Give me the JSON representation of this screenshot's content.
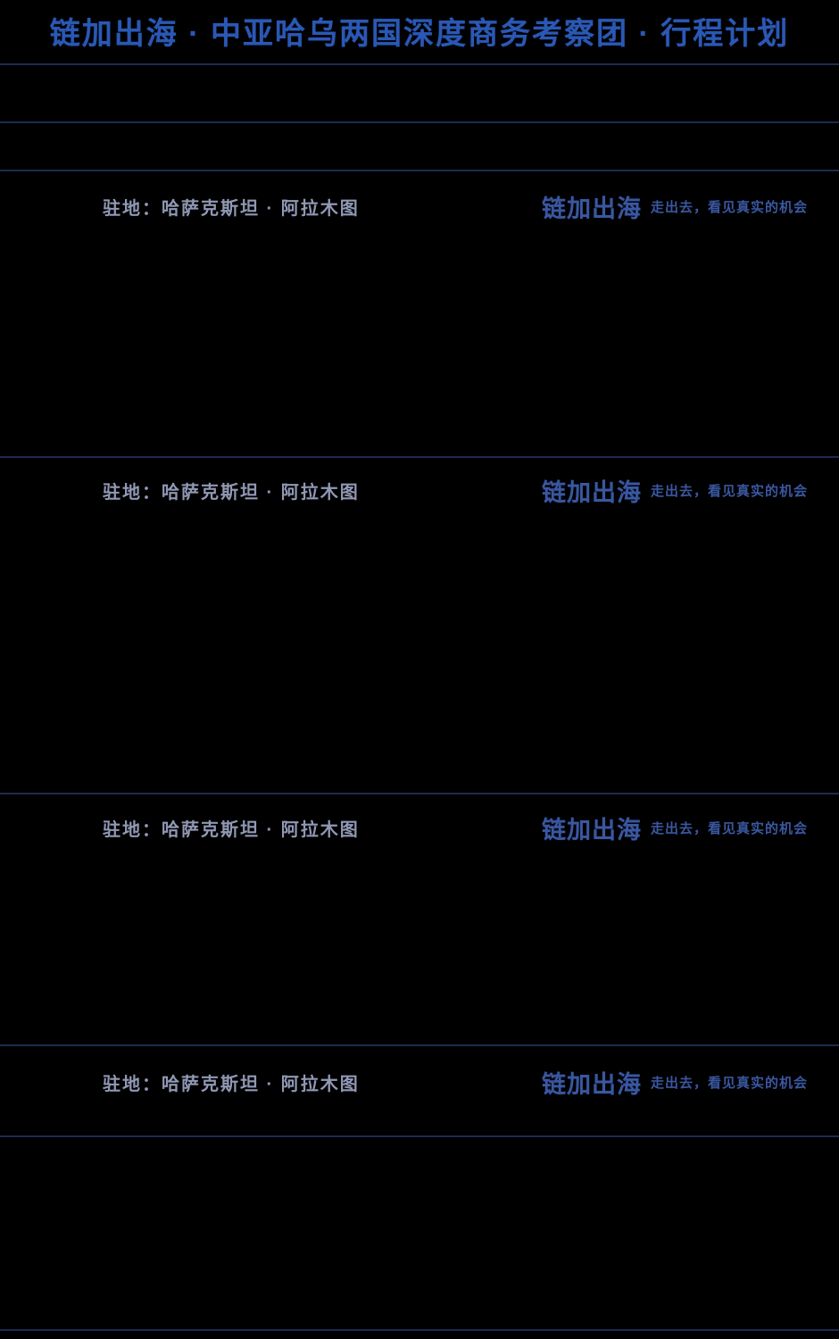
{
  "page": {
    "title": "链加出海 · 中亚哈乌两国深度商务考察团 · 行程计划",
    "colors": {
      "background": "#000000",
      "title_blue": "#2a58b4",
      "station_text": "#9098b4",
      "brand_blue": "#3a57a0",
      "divider": "#1e2a52"
    }
  },
  "sections": [
    {
      "station": "驻地：哈萨克斯坦 · 阿拉木图",
      "brand_logo": "链加出海",
      "brand_tagline": "走出去，看见真实的机会"
    },
    {
      "station": "驻地：哈萨克斯坦 · 阿拉木图",
      "brand_logo": "链加出海",
      "brand_tagline": "走出去，看见真实的机会"
    },
    {
      "station": "驻地：哈萨克斯坦 · 阿拉木图",
      "brand_logo": "链加出海",
      "brand_tagline": "走出去，看见真实的机会"
    },
    {
      "station": "驻地：哈萨克斯坦 · 阿拉木图",
      "brand_logo": "链加出海",
      "brand_tagline": "走出去，看见真实的机会"
    }
  ]
}
